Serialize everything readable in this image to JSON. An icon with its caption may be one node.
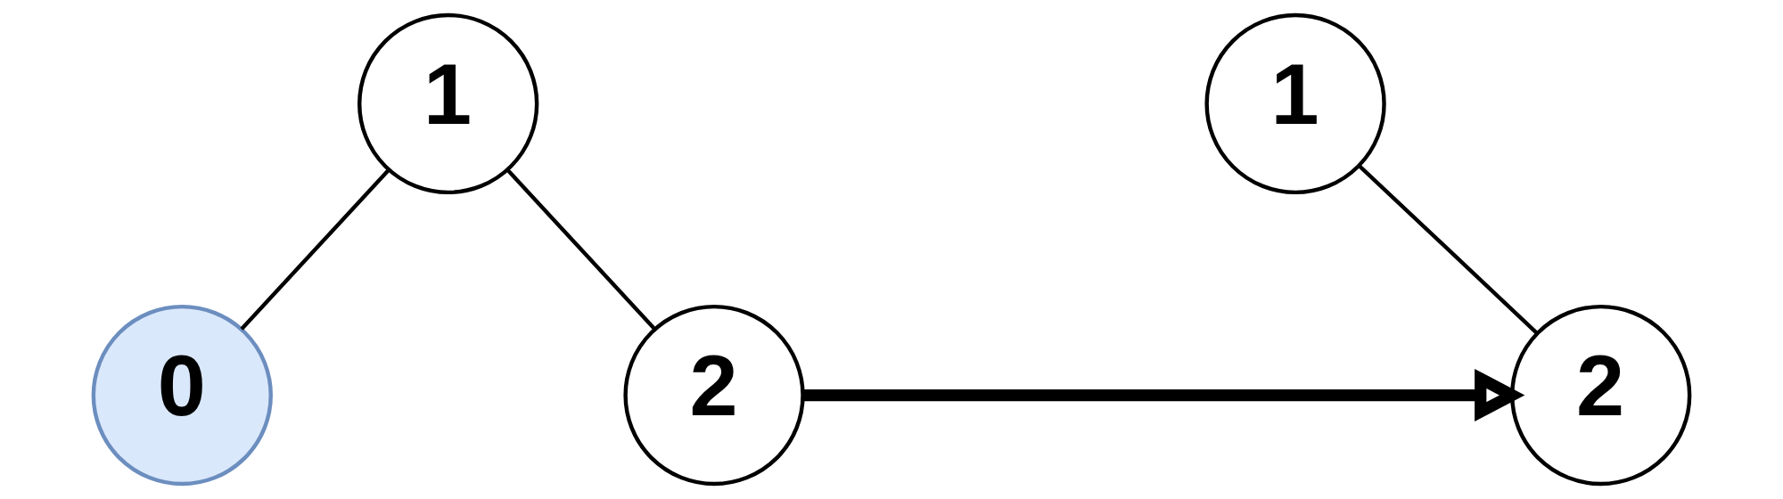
{
  "diagram": {
    "nodes": [
      {
        "text": [
          "1"
        ]
      },
      {
        "text": [
          "0"
        ]
      },
      {
        "text": [
          "2"
        ]
      },
      {
        "text": [
          "1"
        ]
      },
      {
        "text": [
          "2"
        ]
      }
    ],
    "edges": [
      {
        "from": 0,
        "to": 1,
        "arrow": "none"
      },
      {
        "from": 0,
        "to": 2,
        "arrow": "none"
      },
      {
        "from": 2,
        "to": 4,
        "arrow": "to",
        "style": "thick"
      },
      {
        "from": 3,
        "to": 4,
        "arrow": "none"
      }
    ]
  }
}
